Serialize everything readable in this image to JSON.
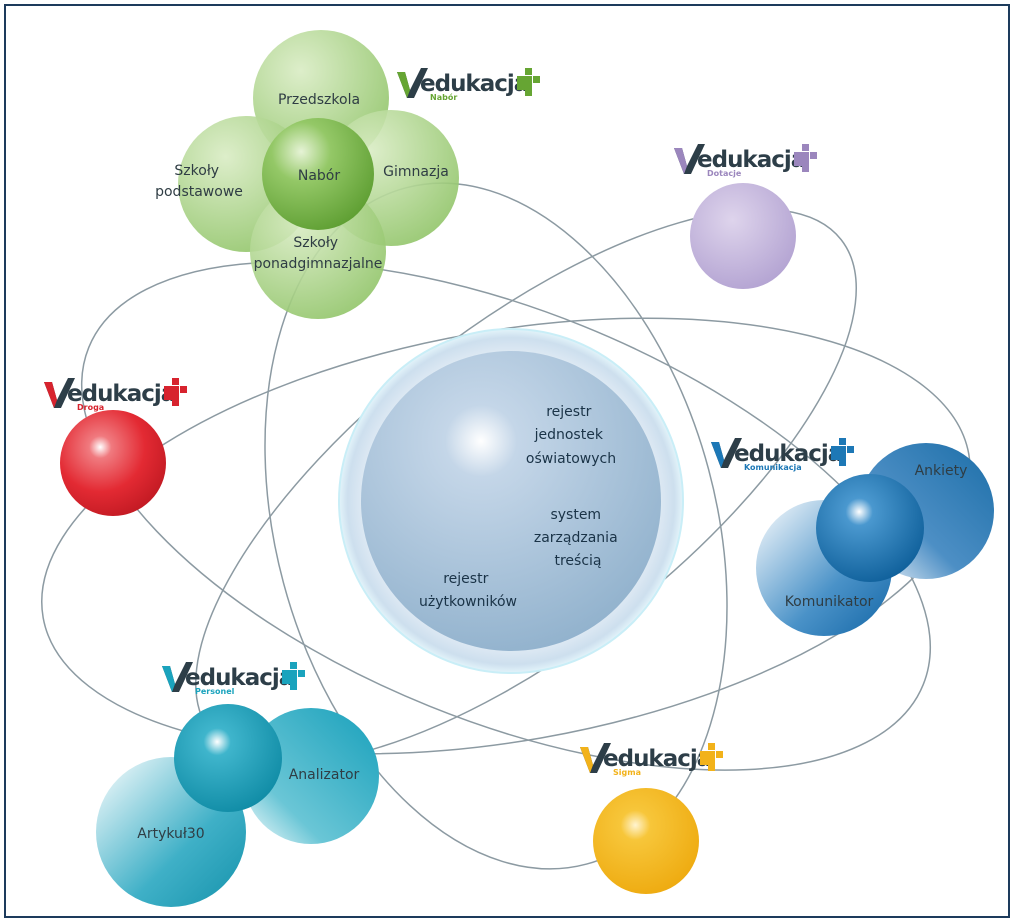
{
  "center": {
    "labels": [
      "rejestr jednostek oświatowych",
      "system zarządzania treścią",
      "rejestr użytkowników"
    ],
    "lines": [
      [
        "rejestr",
        "jednostek",
        "oświatowych"
      ],
      [
        "system",
        "zarządzania",
        "treścią"
      ],
      [
        "rejestr",
        "użytkowników"
      ]
    ]
  },
  "modules": [
    {
      "id": "nabor",
      "brand": "edukacja",
      "sub": "Nabór",
      "color": "#66a533",
      "items": [
        "Przedszkola",
        "Nabór",
        "Gimnazja",
        "Szkoły podstawowe",
        "Szkoły ponadgimnazjalne"
      ],
      "lines": {
        "przedszkola": [
          "Przedszkola"
        ],
        "nabor": [
          "Nabór"
        ],
        "gimnazja": [
          "Gimnazja"
        ],
        "podstawowe": [
          "Szkoły",
          "podstawowe"
        ],
        "ponad": [
          "Szkoły",
          "ponadgimnazjalne"
        ]
      }
    },
    {
      "id": "dotacje",
      "brand": "edukacja",
      "sub": "Dotacje",
      "color": "#9b86bd",
      "items": []
    },
    {
      "id": "droga",
      "brand": "edukacja",
      "sub": "Droga",
      "color": "#d7232e",
      "items": []
    },
    {
      "id": "komunikacja",
      "brand": "edukacja",
      "sub": "Komunikacja",
      "color": "#1d78b6",
      "items": [
        "Ankiety",
        "Komunikator"
      ]
    },
    {
      "id": "personel",
      "brand": "edukacja",
      "sub": "Personel",
      "color": "#1aa3bd",
      "items": [
        "Analizator",
        "Artykuł30"
      ]
    },
    {
      "id": "sigma",
      "brand": "edukacja",
      "sub": "Sigma",
      "color": "#f2b21a",
      "items": []
    }
  ],
  "colors": {
    "orbit": "#8c9aa2",
    "center": "#9fbad6",
    "frame": "#1d3b5c",
    "brand_text": "#2d3e48"
  }
}
